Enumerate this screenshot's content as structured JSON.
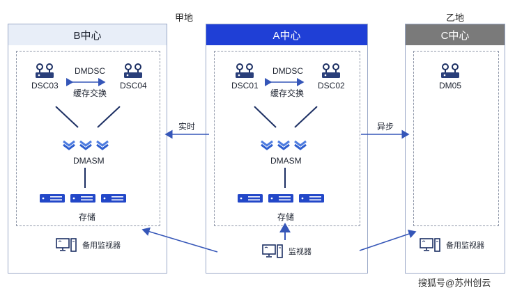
{
  "regions": {
    "jia": "甲地",
    "yi": "乙地"
  },
  "centers": {
    "b": {
      "title": "B中心",
      "exchange_top": "DMDSC",
      "exchange_bottom": "缓存交换",
      "node_left": "DSC03",
      "node_right": "DSC04",
      "dmasm": "DMASM",
      "storage": "存储",
      "monitor": "备用监视器"
    },
    "a": {
      "title": "A中心",
      "exchange_top": "DMDSC",
      "exchange_bottom": "缓存交换",
      "node_left": "DSC01",
      "node_right": "DSC02",
      "dmasm": "DMASM",
      "storage": "存储",
      "monitor": "监视器"
    },
    "c": {
      "title": "C中心",
      "node": "DM05",
      "monitor": "备用监视器"
    }
  },
  "links": {
    "realtime": "实时",
    "async": "异步"
  },
  "watermark": "搜狐号@苏州创云",
  "colors": {
    "a_header": "#1f3fd6",
    "b_header": "#e8eef8",
    "c_header": "#7a7a7a",
    "accent_blue": "#2d55c9",
    "disk_blue": "#2247c8",
    "arrow": "#3556b8"
  }
}
